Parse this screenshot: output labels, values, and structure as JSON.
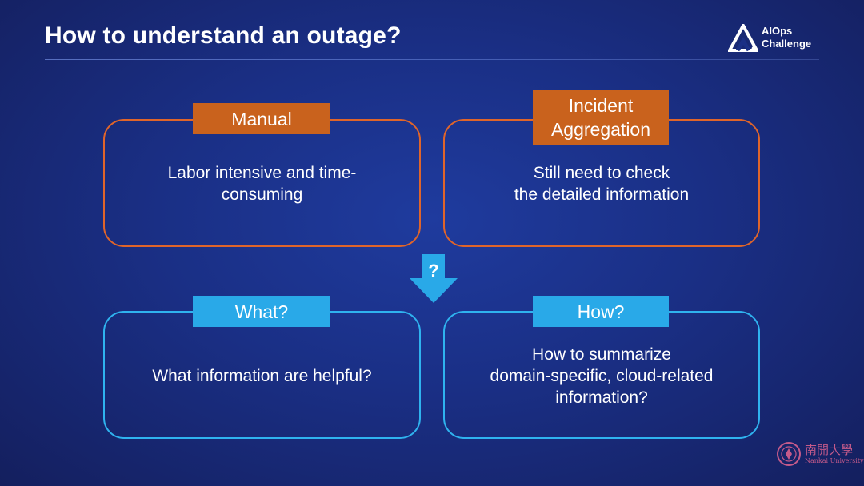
{
  "slide": {
    "title": "How to understand an outage?"
  },
  "brand": {
    "line1": "AIOps",
    "line2": "Challenge",
    "logo_icon": "triangle-logo-icon"
  },
  "cards": {
    "manual": {
      "tag": "Manual",
      "text": "Labor intensive and time-\nconsuming",
      "color": "#e0652a"
    },
    "incident": {
      "tag": "Incident\nAggregation",
      "text": "Still need to check\nthe detailed information",
      "color": "#e0652a"
    },
    "what": {
      "tag": "What?",
      "text": "What information are helpful?",
      "color": "#2fb3ef"
    },
    "how": {
      "tag": "How?",
      "text": "How to summarize\ndomain-specific, cloud-related\ninformation?",
      "color": "#2fb3ef"
    }
  },
  "arrow": {
    "label": "?",
    "icon": "down-arrow-icon",
    "color": "#29a9e8"
  },
  "footer": {
    "seal_icon": "university-seal-icon",
    "university_cn": "南開大學",
    "university_en": "Nankai University"
  }
}
